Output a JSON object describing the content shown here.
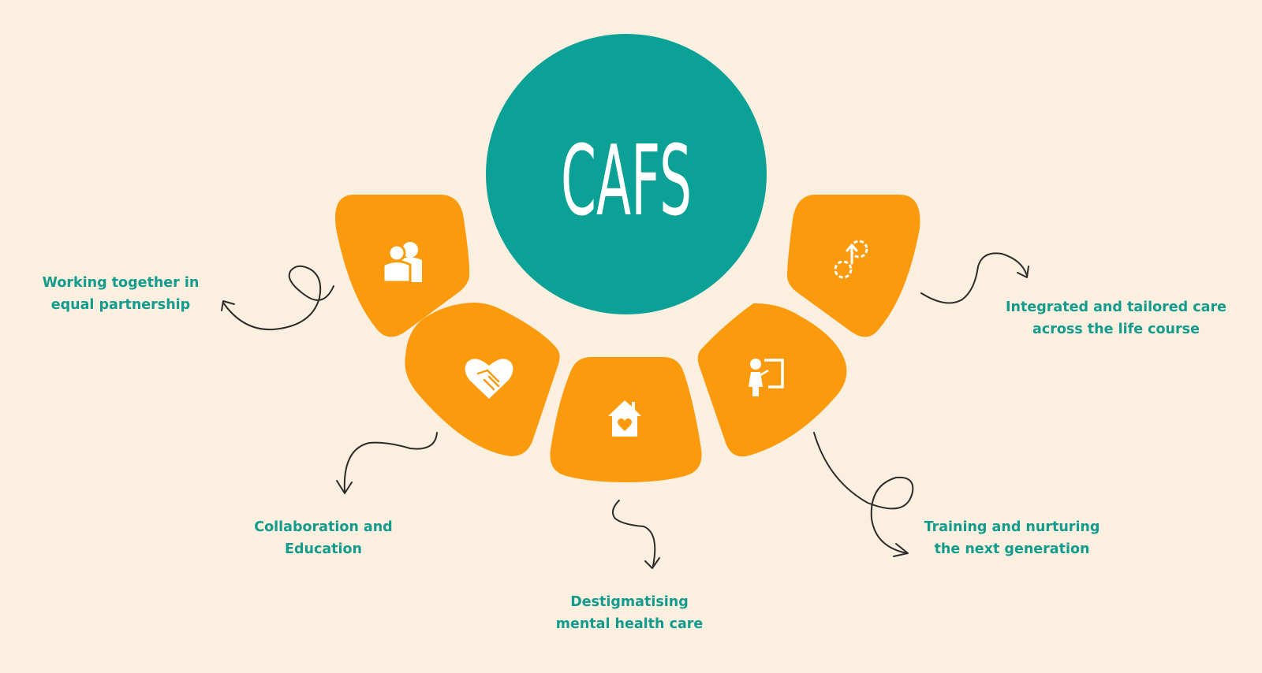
{
  "center": {
    "title": "CAFS",
    "color": "#0ba196",
    "text_color": "#ffffff"
  },
  "segment_color": "#fb9a0d",
  "line_color": "#2b2b2b",
  "label_color": "#139b8e",
  "items": [
    {
      "icon": "partnership-icon",
      "label_lines": [
        "Working together in",
        "equal partnership"
      ]
    },
    {
      "icon": "heart-handshake-icon",
      "label_lines": [
        "Collaboration and",
        "Education"
      ]
    },
    {
      "icon": "house-heart-icon",
      "label_lines": [
        "Destigmatising",
        "mental health care"
      ]
    },
    {
      "icon": "teacher-board-icon",
      "label_lines": [
        "Training and nurturing",
        "the next generation"
      ]
    },
    {
      "icon": "pathway-icon",
      "label_lines": [
        "Integrated and tailored care",
        "across the life course"
      ]
    }
  ]
}
